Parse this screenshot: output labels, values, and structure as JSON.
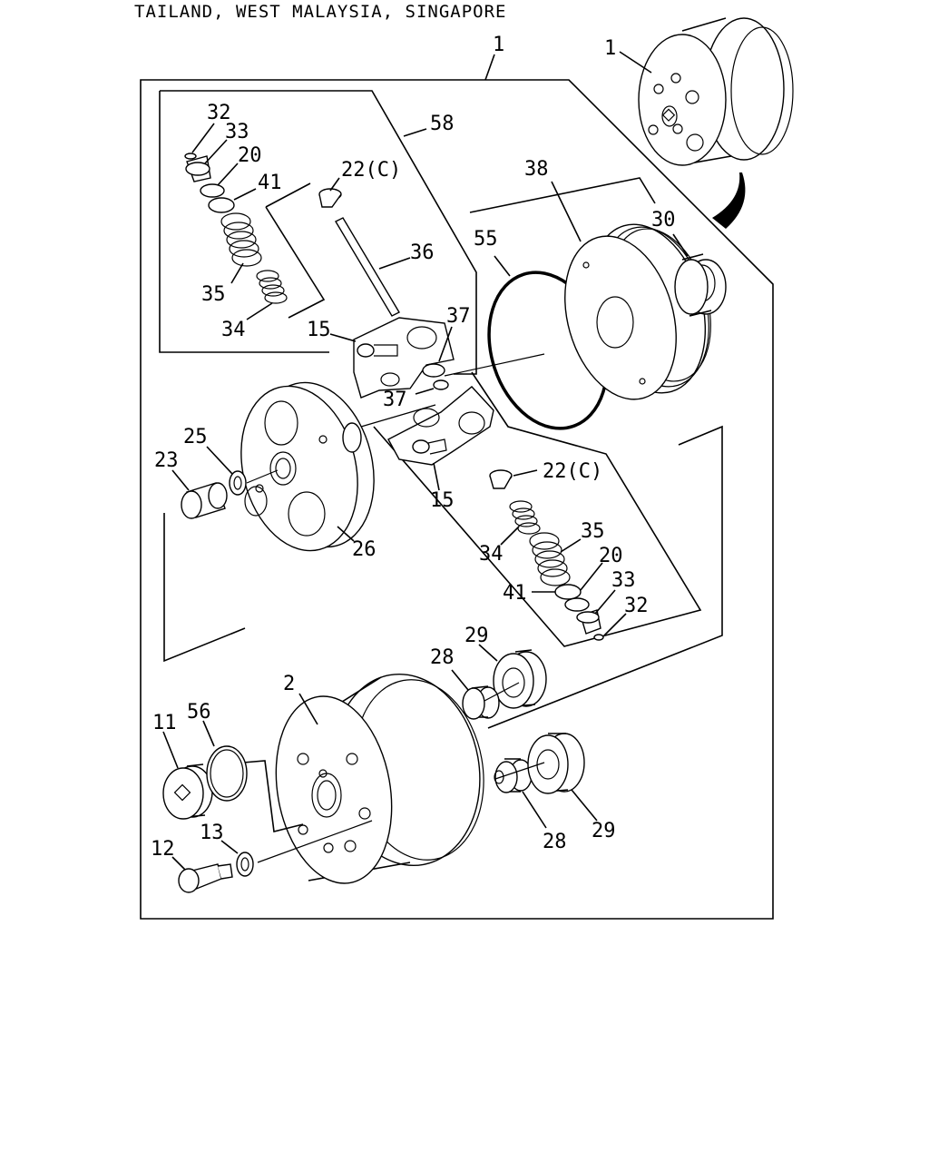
{
  "title": "TAILAND, WEST MALAYSIA, SINGAPORE",
  "callouts": {
    "c1_top": "1",
    "c1_inset": "1",
    "c58": "58",
    "c32_top": "32",
    "c33_top": "33",
    "c20_top": "20",
    "c41_top": "41",
    "c22c_top": "22(C)",
    "c36": "36",
    "c35_top": "35",
    "c34_top": "34",
    "c15_top": "15",
    "c37_top": "37",
    "c37_mid": "37",
    "c38": "38",
    "c30": "30",
    "c55": "55",
    "c25": "25",
    "c23": "23",
    "c26": "26",
    "c15_bot": "15",
    "c22c_bot": "22(C)",
    "c35_bot": "35",
    "c34_bot": "34",
    "c20_bot": "20",
    "c41_bot": "41",
    "c33_bot": "33",
    "c32_bot": "32",
    "c29_top": "29",
    "c28_top": "28",
    "c2": "2",
    "c11": "11",
    "c56": "56",
    "c13": "13",
    "c12": "12",
    "c28_bot": "28",
    "c29_bot": "29"
  }
}
